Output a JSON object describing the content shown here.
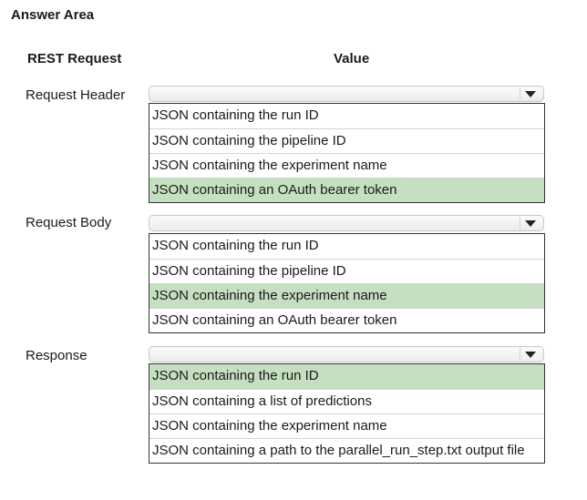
{
  "title": "Answer Area",
  "headers": {
    "rest_request": "REST Request",
    "value": "Value"
  },
  "rows": [
    {
      "label": "Request Header",
      "options": [
        "JSON containing the run ID",
        "JSON containing the pipeline ID",
        "JSON containing the experiment name",
        "JSON containing an OAuth bearer token"
      ],
      "selected_index": 3
    },
    {
      "label": "Request Body",
      "options": [
        "JSON containing the run ID",
        "JSON containing the pipeline ID",
        "JSON containing the experiment name",
        "JSON containing an OAuth bearer token"
      ],
      "selected_index": 2
    },
    {
      "label": "Response",
      "options": [
        "JSON containing the run ID",
        "JSON containing a list of predictions",
        "JSON containing the experiment name",
        "JSON containing a path to the parallel_run_step.txt output file"
      ],
      "selected_index": 0
    }
  ],
  "colors": {
    "selected_option": "#c5e0c0",
    "option_border": "#333333"
  },
  "icons": {
    "dropdown": "chevron-down-icon"
  }
}
